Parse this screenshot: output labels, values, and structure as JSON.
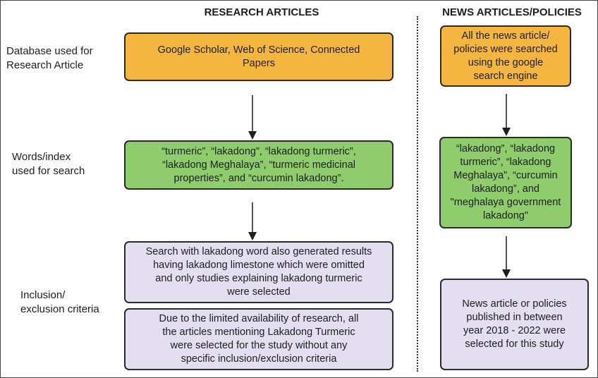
{
  "headers": {
    "research": "RESEARCH ARTICLES",
    "news": "NEWS ARTICLES/POLICIES"
  },
  "row_labels": {
    "database": "Database used for\nResearch Article",
    "words": "Words/index\nused for search",
    "inclusion": "Inclusion/\nexclusion criteria"
  },
  "research_boxes": {
    "database": "Google Scholar, Web of Science, Connected\nPapers",
    "words": "“turmeric”, “lakadong”, “lakadong turmeric”,\n“lakadong Meghalaya”, “turmeric medicinal\nproperties”, and “curcumin lakadong”.",
    "inclusion_1": "Search with lakadong word also generated results\nhaving lakadong limestone which were omitted\nand only studies explaining lakadong turmeric\nwere selected",
    "inclusion_2": "Due to the limited availability of research, all\nthe articles mentioning Lakadong Turmeric\nwere selected for the study without any\nspecific inclusion/exclusion criteria"
  },
  "news_boxes": {
    "database": "All the news article/\npolicies were searched\nusing the google\nsearch engine",
    "words": "“lakadong”, “lakadong\nturmeric”, “lakadong\nMeghalaya”, “curcumin\nlakadong”, and\n\"meghalaya government\nlakadong\"",
    "inclusion": "News article or policies\npublished in between\nyear 2018 - 2022 were\nselected for this study"
  },
  "colors": {
    "database_box": "#f4b63f",
    "words_box": "#8fcc6c",
    "inclusion_box": "#e3def0"
  }
}
